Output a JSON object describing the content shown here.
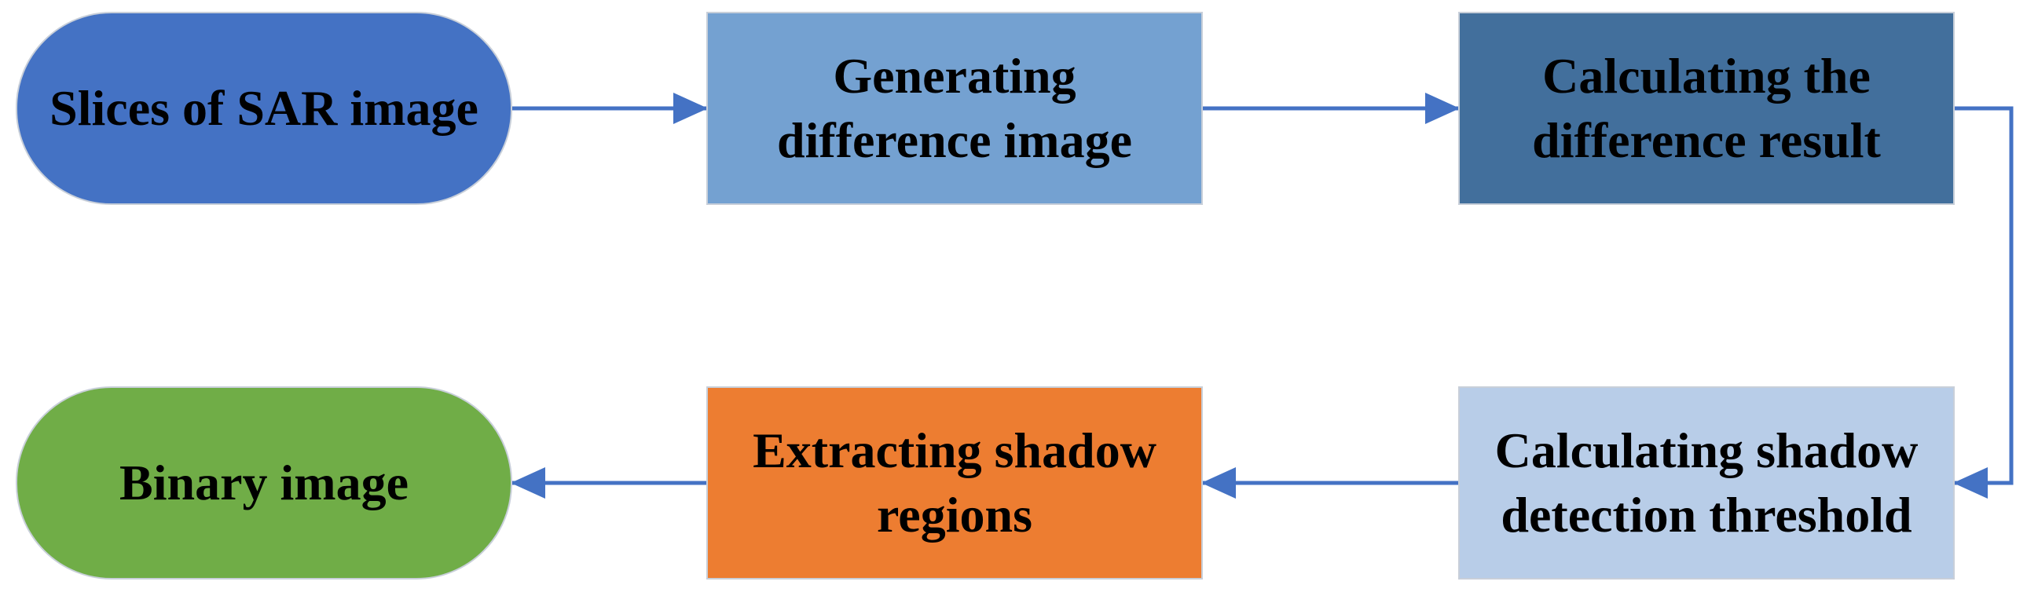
{
  "nodes": {
    "start": "Slices of SAR image",
    "generate": [
      "Generating",
      "difference image"
    ],
    "calculate": [
      "Calculating the",
      "difference result"
    ],
    "threshold": [
      "Calculating shadow",
      "detection threshold"
    ],
    "extract": [
      "Extracting shadow",
      "regions"
    ],
    "binary": "Binary image"
  },
  "colors": {
    "start": "#4472c4",
    "generate": "#74a1d1",
    "calculate": "#426f9c",
    "threshold": "#b8cde8",
    "extract": "#ed7d31",
    "binary": "#70ad47",
    "arrow": "#4472c4"
  }
}
